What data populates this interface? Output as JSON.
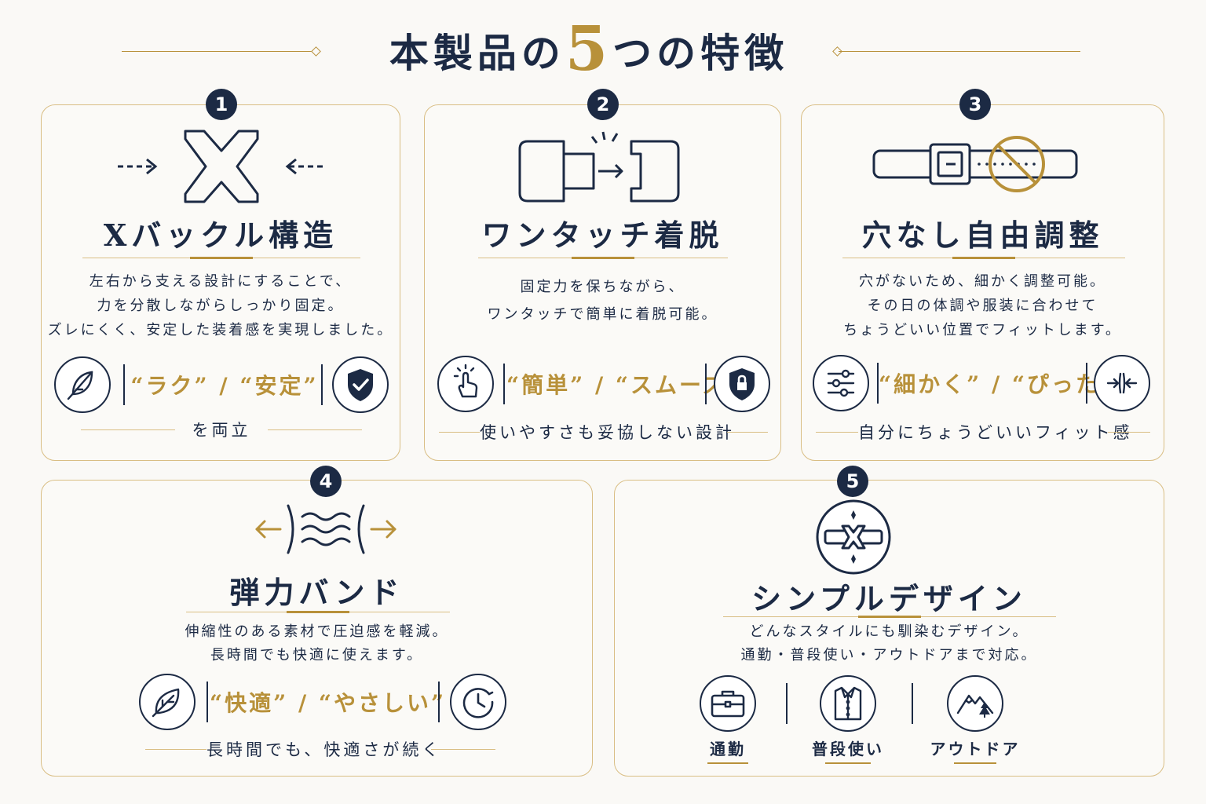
{
  "header": {
    "title_pre": "本製品の",
    "title_num": "5",
    "title_post": "つの特徴"
  },
  "features": [
    {
      "number": "1",
      "title": "Xバックル構造",
      "description": [
        "左右から支える設計にすることで、",
        "力を分散しながらしっかり固定。",
        "ズレにくく、安定した装着感を実現しました。"
      ],
      "tagline": "“ラク” / “安定”",
      "footer": "を両立",
      "icons": [
        "feather-icon",
        "shield-check-icon"
      ]
    },
    {
      "number": "2",
      "title": "ワンタッチ着脱",
      "description": [
        "固定力を保ちながら、",
        "ワンタッチで簡単に着脱可能。"
      ],
      "tagline": "“簡単” / “スムーズ”",
      "footer": "使いやすさも妥協しない設計",
      "icons": [
        "tap-hand-icon",
        "shield-lock-icon"
      ]
    },
    {
      "number": "3",
      "title": "穴なし自由調整",
      "description": [
        "穴がないため、細かく調整可能。",
        "その日の体調や服装に合わせて",
        "ちょうどいい位置でフィットします。"
      ],
      "tagline": "“細かく” / “ぴったり”",
      "footer": "自分にちょうどいいフィット感",
      "icons": [
        "sliders-icon",
        "fit-arrows-icon"
      ]
    },
    {
      "number": "4",
      "title": "弾力バンド",
      "description": [
        "伸縮性のある素材で圧迫感を軽減。",
        "長時間でも快適に使えます。"
      ],
      "tagline": "“快適” / “やさしい”",
      "footer": "長時間でも、快適さが続く",
      "icons": [
        "leaf-icon",
        "clock-icon"
      ]
    },
    {
      "number": "5",
      "title": "シンプルデザイン",
      "description": [
        "どんなスタイルにも馴染むデザイン。",
        "通勤・普段使い・アウトドアまで対応。"
      ],
      "uses": [
        {
          "label": "通勤",
          "icon": "briefcase-icon"
        },
        {
          "label": "普段使い",
          "icon": "shirt-icon"
        },
        {
          "label": "アウトドア",
          "icon": "mountain-icon"
        }
      ]
    }
  ],
  "colors": {
    "navy": "#1c2a44",
    "gold": "#b8913a",
    "border": "#d9be84",
    "background": "#faf9f6"
  }
}
